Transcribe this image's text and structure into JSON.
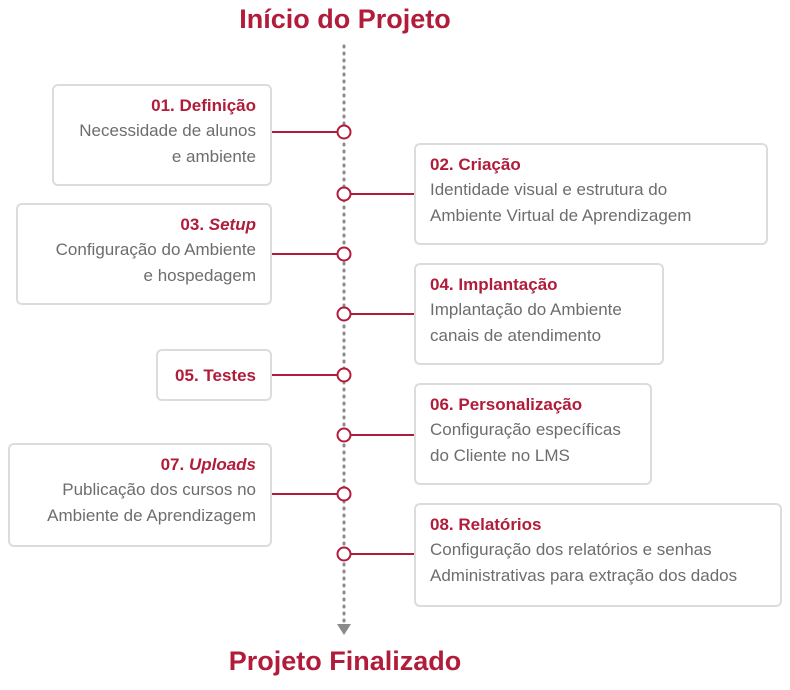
{
  "title_start": "Início do Projeto",
  "title_end": "Projeto Finalizado",
  "colors": {
    "accent": "#b01c3a",
    "text": "#6d6d6d",
    "border": "#dcdcdc",
    "axis": "#8a8a8a"
  },
  "steps": [
    {
      "number": "01.",
      "label": "Definição",
      "italic": false,
      "desc": [
        "Necessidade de alunos",
        "e ambiente"
      ]
    },
    {
      "number": "02.",
      "label": "Criação",
      "italic": false,
      "desc": [
        "Identidade visual e estrutura do",
        "Ambiente Virtual de Aprendizagem"
      ]
    },
    {
      "number": "03.",
      "label": "Setup",
      "italic": true,
      "desc": [
        "Configuração do Ambiente",
        "e hospedagem"
      ]
    },
    {
      "number": "04.",
      "label": "Implantação",
      "italic": false,
      "desc": [
        "Implantação do Ambiente",
        "canais de atendimento"
      ]
    },
    {
      "number": "05.",
      "label": "Testes",
      "italic": false,
      "desc": []
    },
    {
      "number": "06.",
      "label": "Personalização",
      "italic": false,
      "desc": [
        "Configuração específicas",
        "do Cliente no LMS"
      ]
    },
    {
      "number": "07.",
      "label": "Uploads",
      "italic": true,
      "desc": [
        "Publicação dos cursos no",
        "Ambiente de Aprendizagem"
      ]
    },
    {
      "number": "08.",
      "label": "Relatórios",
      "italic": false,
      "desc": [
        "Configuração dos relatórios e senhas",
        "Administrativas para extração dos dados"
      ]
    }
  ]
}
